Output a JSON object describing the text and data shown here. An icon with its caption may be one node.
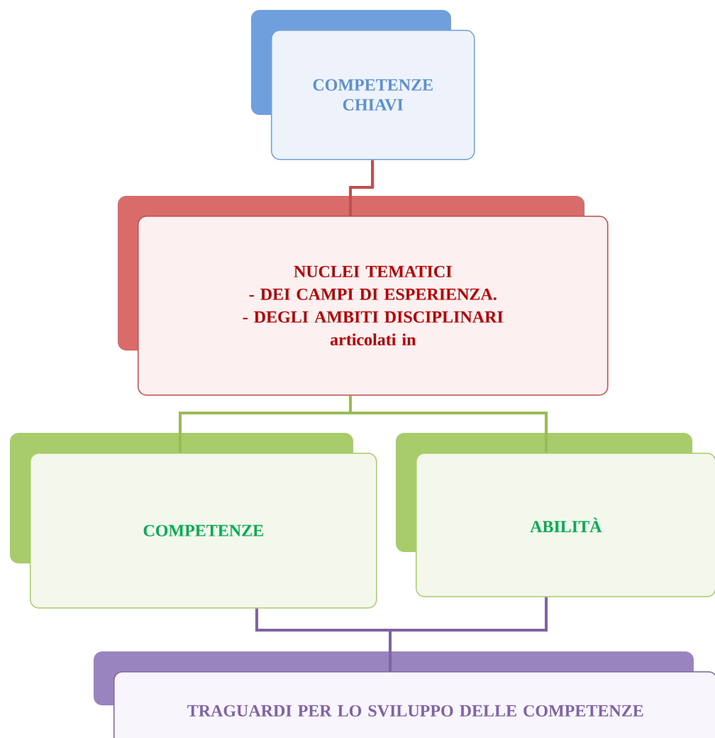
{
  "diagram": {
    "nodes": [
      {
        "text": [
          "COMPETENZE CHIAVI"
        ]
      },
      {
        "text": [
          "NUCLEI TEMATICI",
          "- DEI CAMPI DI ESPERIENZA.",
          "- DEGLI AMBITI DISCIPLINARI",
          "articolati in"
        ]
      },
      {
        "text": [
          "COMPETENZE"
        ]
      },
      {
        "text": [
          "ABILITÀ"
        ]
      },
      {
        "text": [
          "TRAGUARDI PER LO SVILUPPO DELLE COMPETENZE"
        ]
      }
    ],
    "edges": [
      {
        "from": 0,
        "to": 1,
        "arrow": "none",
        "color": "#c0504d"
      },
      {
        "from": 1,
        "to": 2,
        "arrow": "none",
        "color": "#9bbb59"
      },
      {
        "from": 1,
        "to": 3,
        "arrow": "none",
        "color": "#9bbb59"
      },
      {
        "from": 2,
        "to": 4,
        "arrow": "none",
        "color": "#8064a2"
      },
      {
        "from": 3,
        "to": 4,
        "arrow": "none",
        "color": "#8064a2"
      }
    ]
  }
}
